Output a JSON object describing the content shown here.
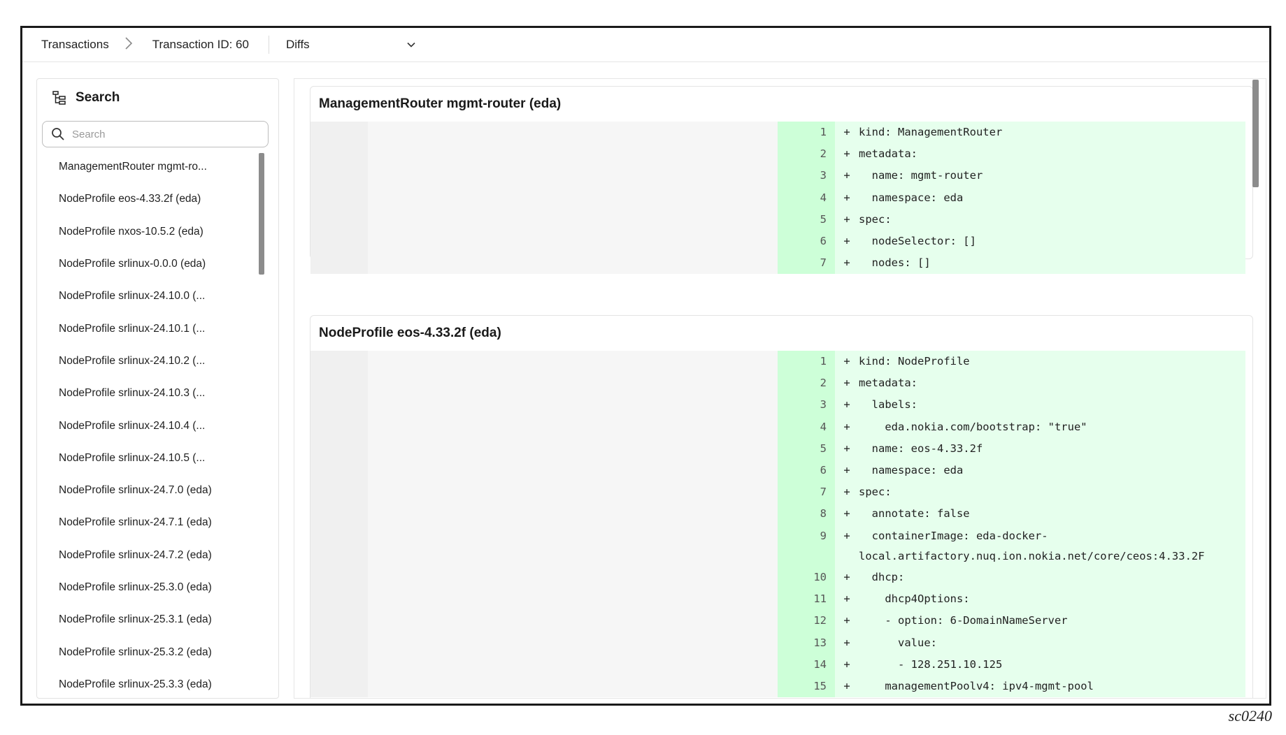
{
  "breadcrumb": {
    "root": "Transactions",
    "current": "Transaction ID: 60",
    "view": "Diffs"
  },
  "search_panel": {
    "title": "Search",
    "placeholder": "Search",
    "items": [
      "ManagementRouter mgmt-ro...",
      "NodeProfile eos-4.33.2f (eda)",
      "NodeProfile nxos-10.5.2 (eda)",
      "NodeProfile srlinux-0.0.0 (eda)",
      "NodeProfile srlinux-24.10.0 (...",
      "NodeProfile srlinux-24.10.1 (...",
      "NodeProfile srlinux-24.10.2 (...",
      "NodeProfile srlinux-24.10.3 (...",
      "NodeProfile srlinux-24.10.4 (...",
      "NodeProfile srlinux-24.10.5 (...",
      "NodeProfile srlinux-24.7.0 (eda)",
      "NodeProfile srlinux-24.7.1 (eda)",
      "NodeProfile srlinux-24.7.2 (eda)",
      "NodeProfile srlinux-25.3.0 (eda)",
      "NodeProfile srlinux-25.3.1 (eda)",
      "NodeProfile srlinux-25.3.2 (eda)",
      "NodeProfile srlinux-25.3.3 (eda)"
    ]
  },
  "diffs": [
    {
      "title": "ManagementRouter mgmt-router (eda)",
      "lines": [
        {
          "n": "1",
          "sign": "+",
          "text": "kind: ManagementRouter"
        },
        {
          "n": "2",
          "sign": "+",
          "text": "metadata:"
        },
        {
          "n": "3",
          "sign": "+",
          "text": "  name: mgmt-router"
        },
        {
          "n": "4",
          "sign": "+",
          "text": "  namespace: eda"
        },
        {
          "n": "5",
          "sign": "+",
          "text": "spec:"
        },
        {
          "n": "6",
          "sign": "+",
          "text": "  nodeSelector: []"
        },
        {
          "n": "7",
          "sign": "+",
          "text": "  nodes: []"
        }
      ]
    },
    {
      "title": "NodeProfile eos-4.33.2f (eda)",
      "lines": [
        {
          "n": "1",
          "sign": "+",
          "text": "kind: NodeProfile"
        },
        {
          "n": "2",
          "sign": "+",
          "text": "metadata:"
        },
        {
          "n": "3",
          "sign": "+",
          "text": "  labels:"
        },
        {
          "n": "4",
          "sign": "+",
          "text": "    eda.nokia.com/bootstrap: \"true\""
        },
        {
          "n": "5",
          "sign": "+",
          "text": "  name: eos-4.33.2f"
        },
        {
          "n": "6",
          "sign": "+",
          "text": "  namespace: eda"
        },
        {
          "n": "7",
          "sign": "+",
          "text": "spec:"
        },
        {
          "n": "8",
          "sign": "+",
          "text": "  annotate: false"
        },
        {
          "n": "9",
          "sign": "+",
          "text": "  containerImage: eda-docker-\nlocal.artifactory.nuq.ion.nokia.net/core/ceos:4.33.2F"
        },
        {
          "n": "10",
          "sign": "+",
          "text": "  dhcp:"
        },
        {
          "n": "11",
          "sign": "+",
          "text": "    dhcp4Options:"
        },
        {
          "n": "12",
          "sign": "+",
          "text": "    - option: 6-DomainNameServer"
        },
        {
          "n": "13",
          "sign": "+",
          "text": "      value:"
        },
        {
          "n": "14",
          "sign": "+",
          "text": "      - 128.251.10.125"
        },
        {
          "n": "15",
          "sign": "+",
          "text": "    managementPoolv4: ipv4-mgmt-pool"
        }
      ]
    }
  ],
  "figure_label": "sc0240"
}
